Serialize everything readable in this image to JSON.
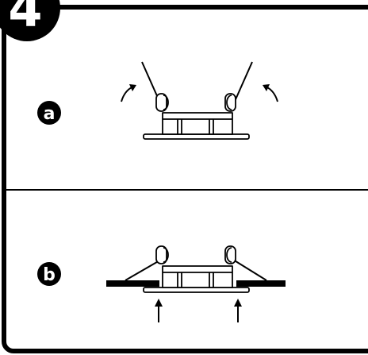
{
  "step": {
    "number": "4"
  },
  "panels": [
    {
      "label": "a"
    },
    {
      "label": "b"
    }
  ]
}
